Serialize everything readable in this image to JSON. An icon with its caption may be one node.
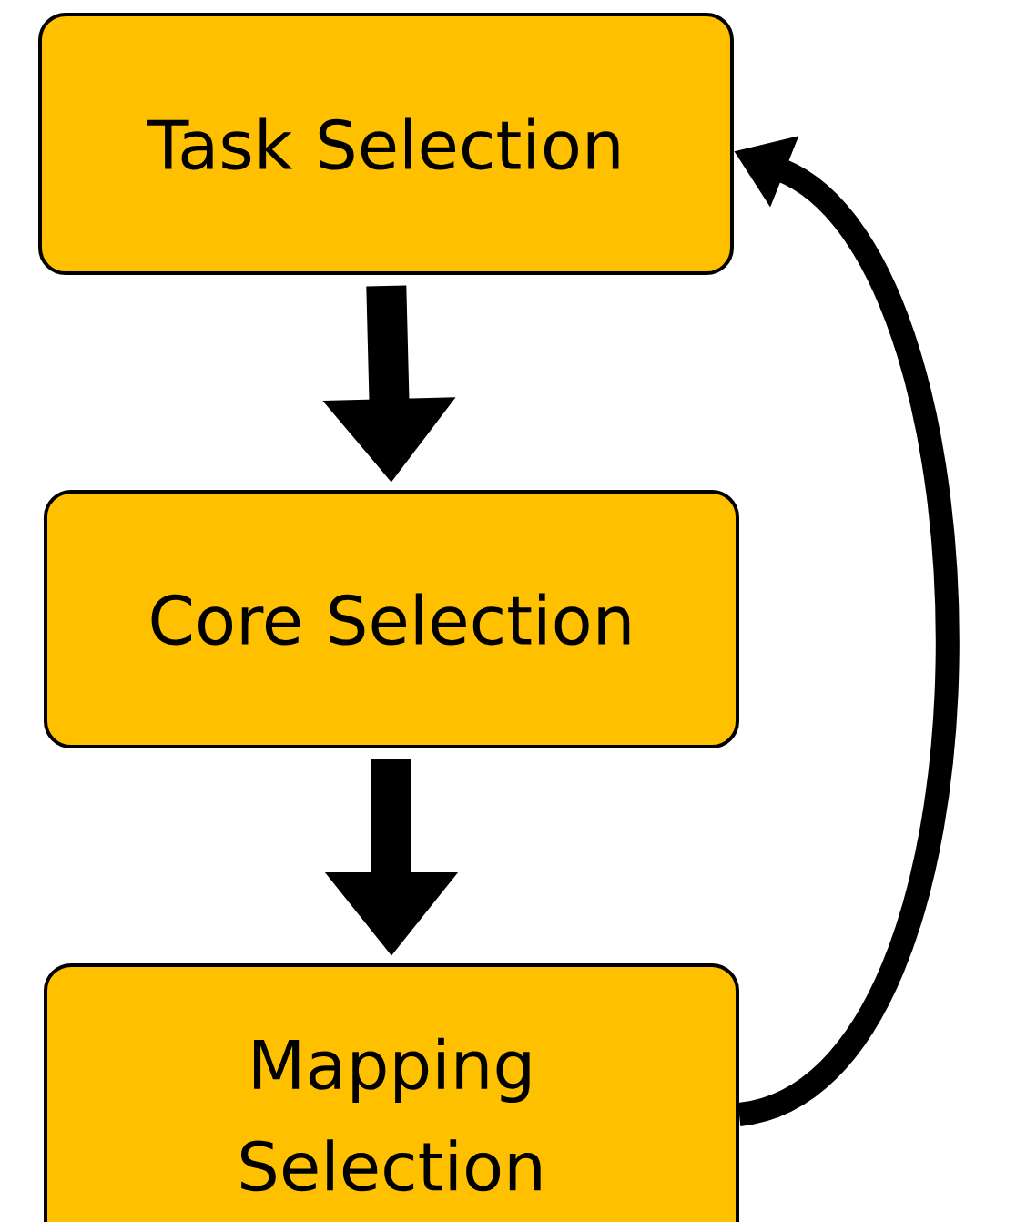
{
  "diagram": {
    "nodes": [
      {
        "text": [
          "Task Selection"
        ]
      },
      {
        "text": [
          "Core Selection"
        ]
      },
      {
        "text": [
          "Mapping Selection"
        ]
      }
    ],
    "edges": [
      {
        "from": 0,
        "to": 1,
        "arrow": "to"
      },
      {
        "from": 1,
        "to": 2,
        "arrow": "to"
      },
      {
        "from": 2,
        "to": 0,
        "arrow": "to"
      }
    ]
  }
}
